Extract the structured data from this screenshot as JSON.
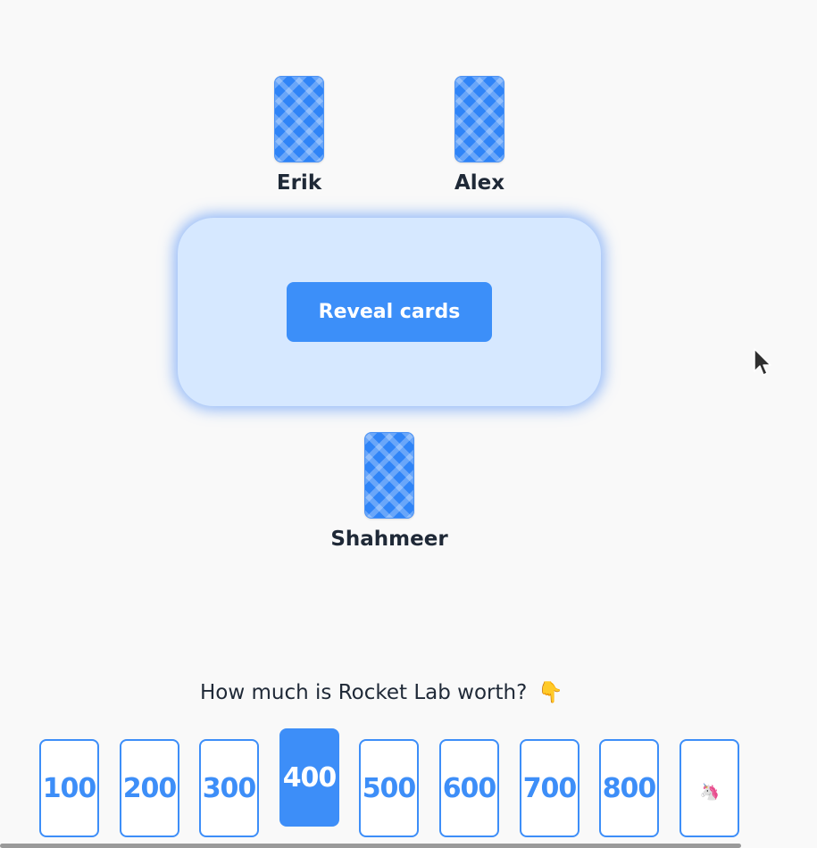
{
  "players": [
    {
      "name": "Erik"
    },
    {
      "name": "Alex"
    },
    {
      "name": "Shahmeer"
    }
  ],
  "table": {
    "reveal_label": "Reveal cards"
  },
  "prompt": {
    "text": "How much is Rocket Lab worth?",
    "emoji": "👇"
  },
  "deck": {
    "cards": [
      "100",
      "200",
      "300",
      "400",
      "500",
      "600",
      "700",
      "800",
      "🦄"
    ],
    "selected": "400"
  },
  "colors": {
    "accent": "#3d8ef8",
    "table": "#d6e8ff",
    "background": "#f9f9f9"
  }
}
